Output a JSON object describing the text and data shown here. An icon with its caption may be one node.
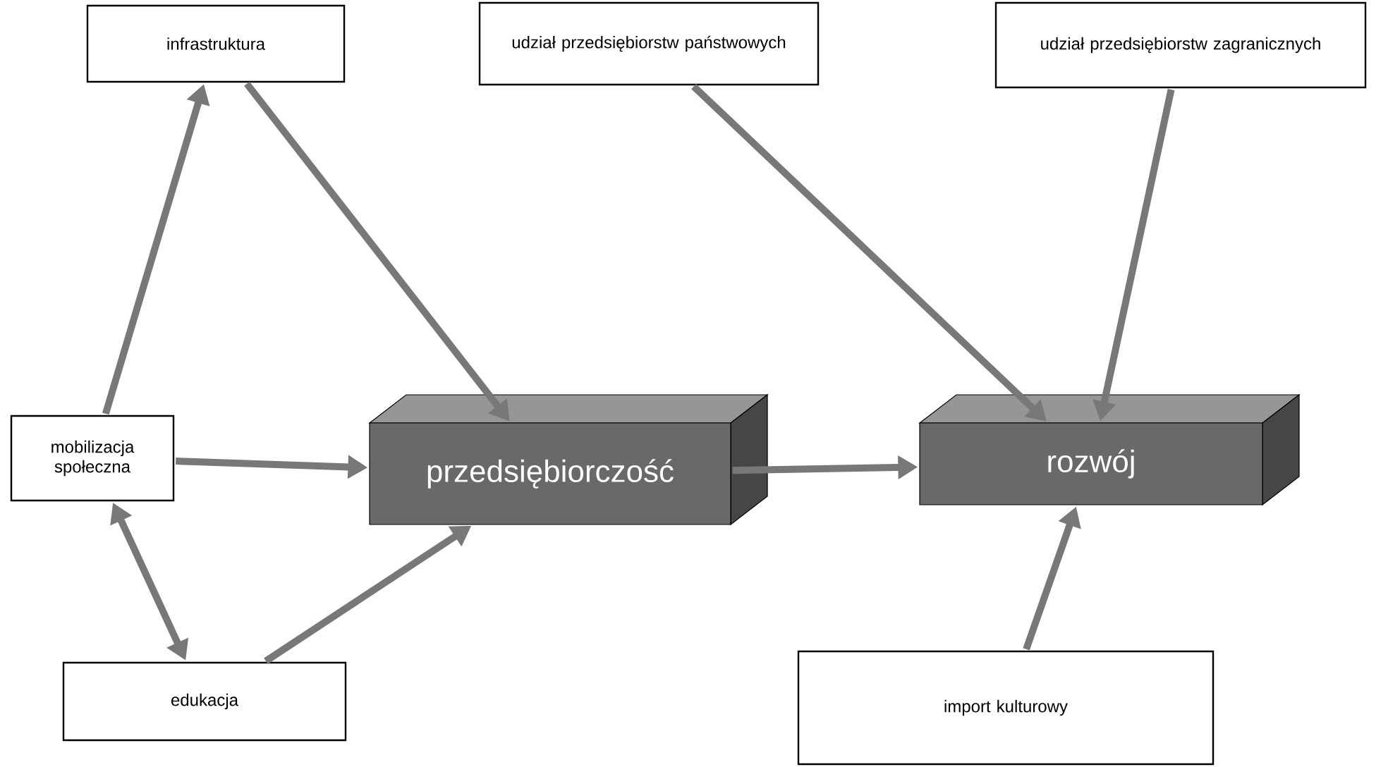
{
  "diagram": {
    "nodes": [
      {
        "text": [
          "infrastruktura"
        ]
      },
      {
        "text": [
          "udział przedsiębiorstw państwowych"
        ]
      },
      {
        "text": [
          "udział przedsiębiorstw zagranicznych"
        ]
      },
      {
        "text": [
          "mobilizacja społeczna"
        ]
      },
      {
        "text": [
          "przedsiębiorczość"
        ]
      },
      {
        "text": [
          "rozwój"
        ]
      },
      {
        "text": [
          "edukacja"
        ]
      },
      {
        "text": [
          "import kulturowy"
        ]
      }
    ],
    "edges": [
      {
        "from": 3,
        "to": 0,
        "arrow": "to"
      },
      {
        "from": 0,
        "to": 4,
        "arrow": "to"
      },
      {
        "from": 1,
        "to": 5,
        "arrow": "to"
      },
      {
        "from": 2,
        "to": 5,
        "arrow": "to"
      },
      {
        "from": 3,
        "to": 4,
        "arrow": "to"
      },
      {
        "from": 4,
        "to": 5,
        "arrow": "to"
      },
      {
        "from": 3,
        "to": 6,
        "arrow": "both"
      },
      {
        "from": 6,
        "to": 4,
        "arrow": "to"
      },
      {
        "from": 7,
        "to": 5,
        "arrow": "to"
      }
    ]
  }
}
